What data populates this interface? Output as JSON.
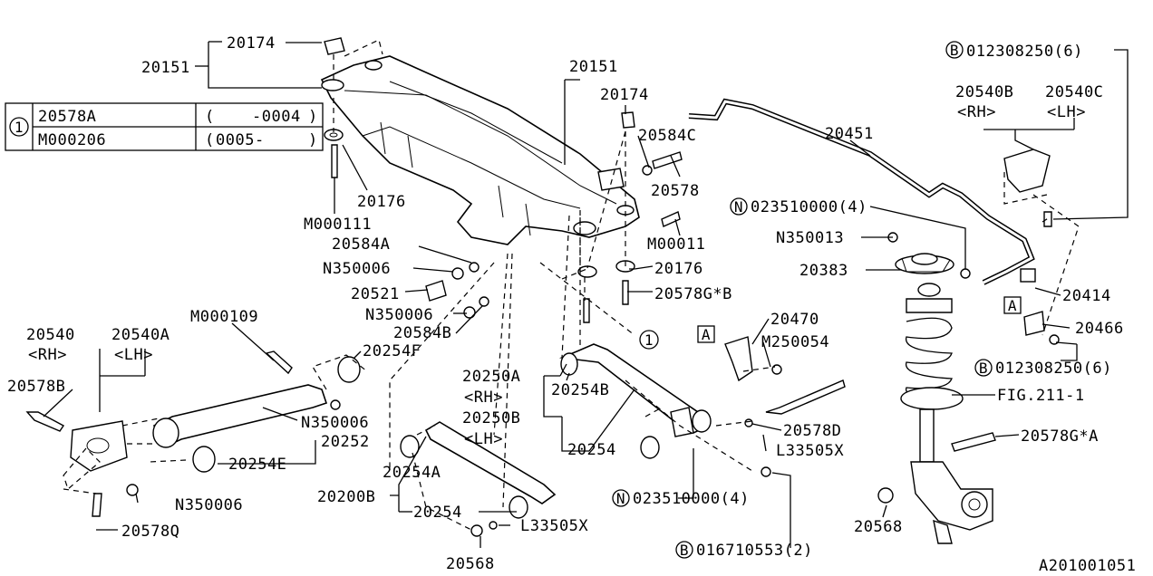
{
  "table": {
    "ref": "1",
    "rows": [
      {
        "part": "20578A",
        "range_open": "(",
        "range": "-0004",
        "range_close": ")"
      },
      {
        "part": "M000206",
        "range_open": "(",
        "range": "0005-",
        "range_close": ")"
      }
    ]
  },
  "labels": {
    "p20174_a": "20174",
    "p20151_a": "20151",
    "p20176_a": "20176",
    "pM000111": "M000111",
    "p20151_b": "20151",
    "p20174_b": "20174",
    "p20584C": "20584C",
    "p20578": "20578",
    "pM00011": "M00011",
    "p20176_b": "20176",
    "p20578GB": "20578G*B",
    "p20584A": "20584A",
    "pN350006_a": "N350006",
    "p20521": "20521",
    "pN350006_b": "N350006",
    "p20584B": "20584B",
    "p20451": "20451",
    "pB_012308250_top": "012308250(6)",
    "p20540B": "20540B",
    "p20540C": "20540C",
    "rh_1": "<RH>",
    "lh_1": "<LH>",
    "pN_023510000_a": "023510000(4)",
    "pN350013": "N350013",
    "p20383": "20383",
    "p20414": "20414",
    "p20466": "20466",
    "pB_012308250_bot": "012308250(6)",
    "pFIG": "FIG.211-1",
    "p20470": "20470",
    "pM250054": "M250054",
    "p20540": "20540",
    "p20540A": "20540A",
    "rh_2": "<RH>",
    "lh_2": "<LH>",
    "pM000109": "M000109",
    "p20254F": "20254F",
    "p20578B": "20578B",
    "pN350006_c": "N350006",
    "p20252": "20252",
    "p20254E": "20254E",
    "pN350006_d": "N350006",
    "p20578Q": "20578Q",
    "p20250A": "20250A",
    "rh_3": "<RH>",
    "p20250B": "20250B",
    "lh_3": "<LH>",
    "p20254B": "20254B",
    "p20254_a": "20254",
    "p20254A": "20254A",
    "p20200B": "20200B",
    "p20254_b": "20254",
    "pL33505X_a": "L33505X",
    "p20568_a": "20568",
    "pN_023510000_b": "023510000(4)",
    "pB_016710553": "016710553(2)",
    "p20578D": "20578D",
    "pL33505X_b": "L33505X",
    "p20578GA": "20578G*A",
    "p20568_b": "20568",
    "ref_1": "1",
    "marker_A": "A",
    "marker_B": "B",
    "marker_N": "N",
    "diagram_id": "A201001051"
  }
}
